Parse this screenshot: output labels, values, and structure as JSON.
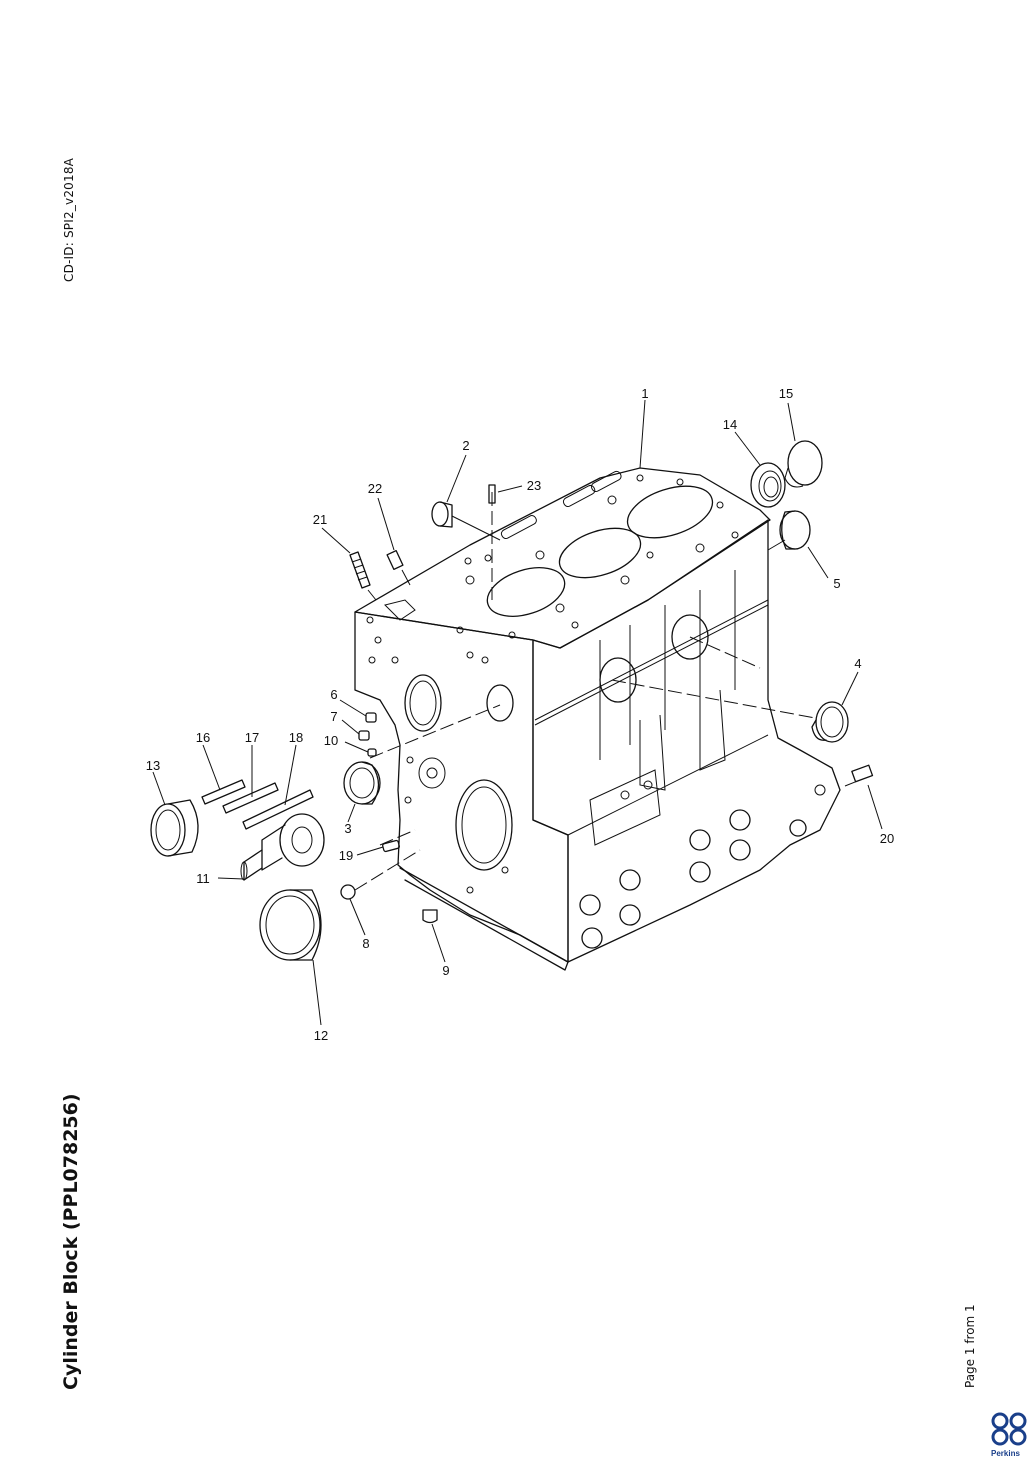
{
  "header": {
    "cd_id": "CD-ID: SPI2_v2018A"
  },
  "document": {
    "title": "Cylinder Block (PPL078256)",
    "page_indicator": "Page 1 from 1"
  },
  "brand": {
    "name": "Perkins",
    "color": "#1a3f8a",
    "icon": "perkins-logo-icon"
  },
  "diagram": {
    "callouts": [
      "1",
      "2",
      "3",
      "4",
      "5",
      "6",
      "7",
      "8",
      "9",
      "10",
      "11",
      "12",
      "13",
      "14",
      "15",
      "16",
      "17",
      "18",
      "19",
      "20",
      "21",
      "22",
      "23"
    ]
  }
}
